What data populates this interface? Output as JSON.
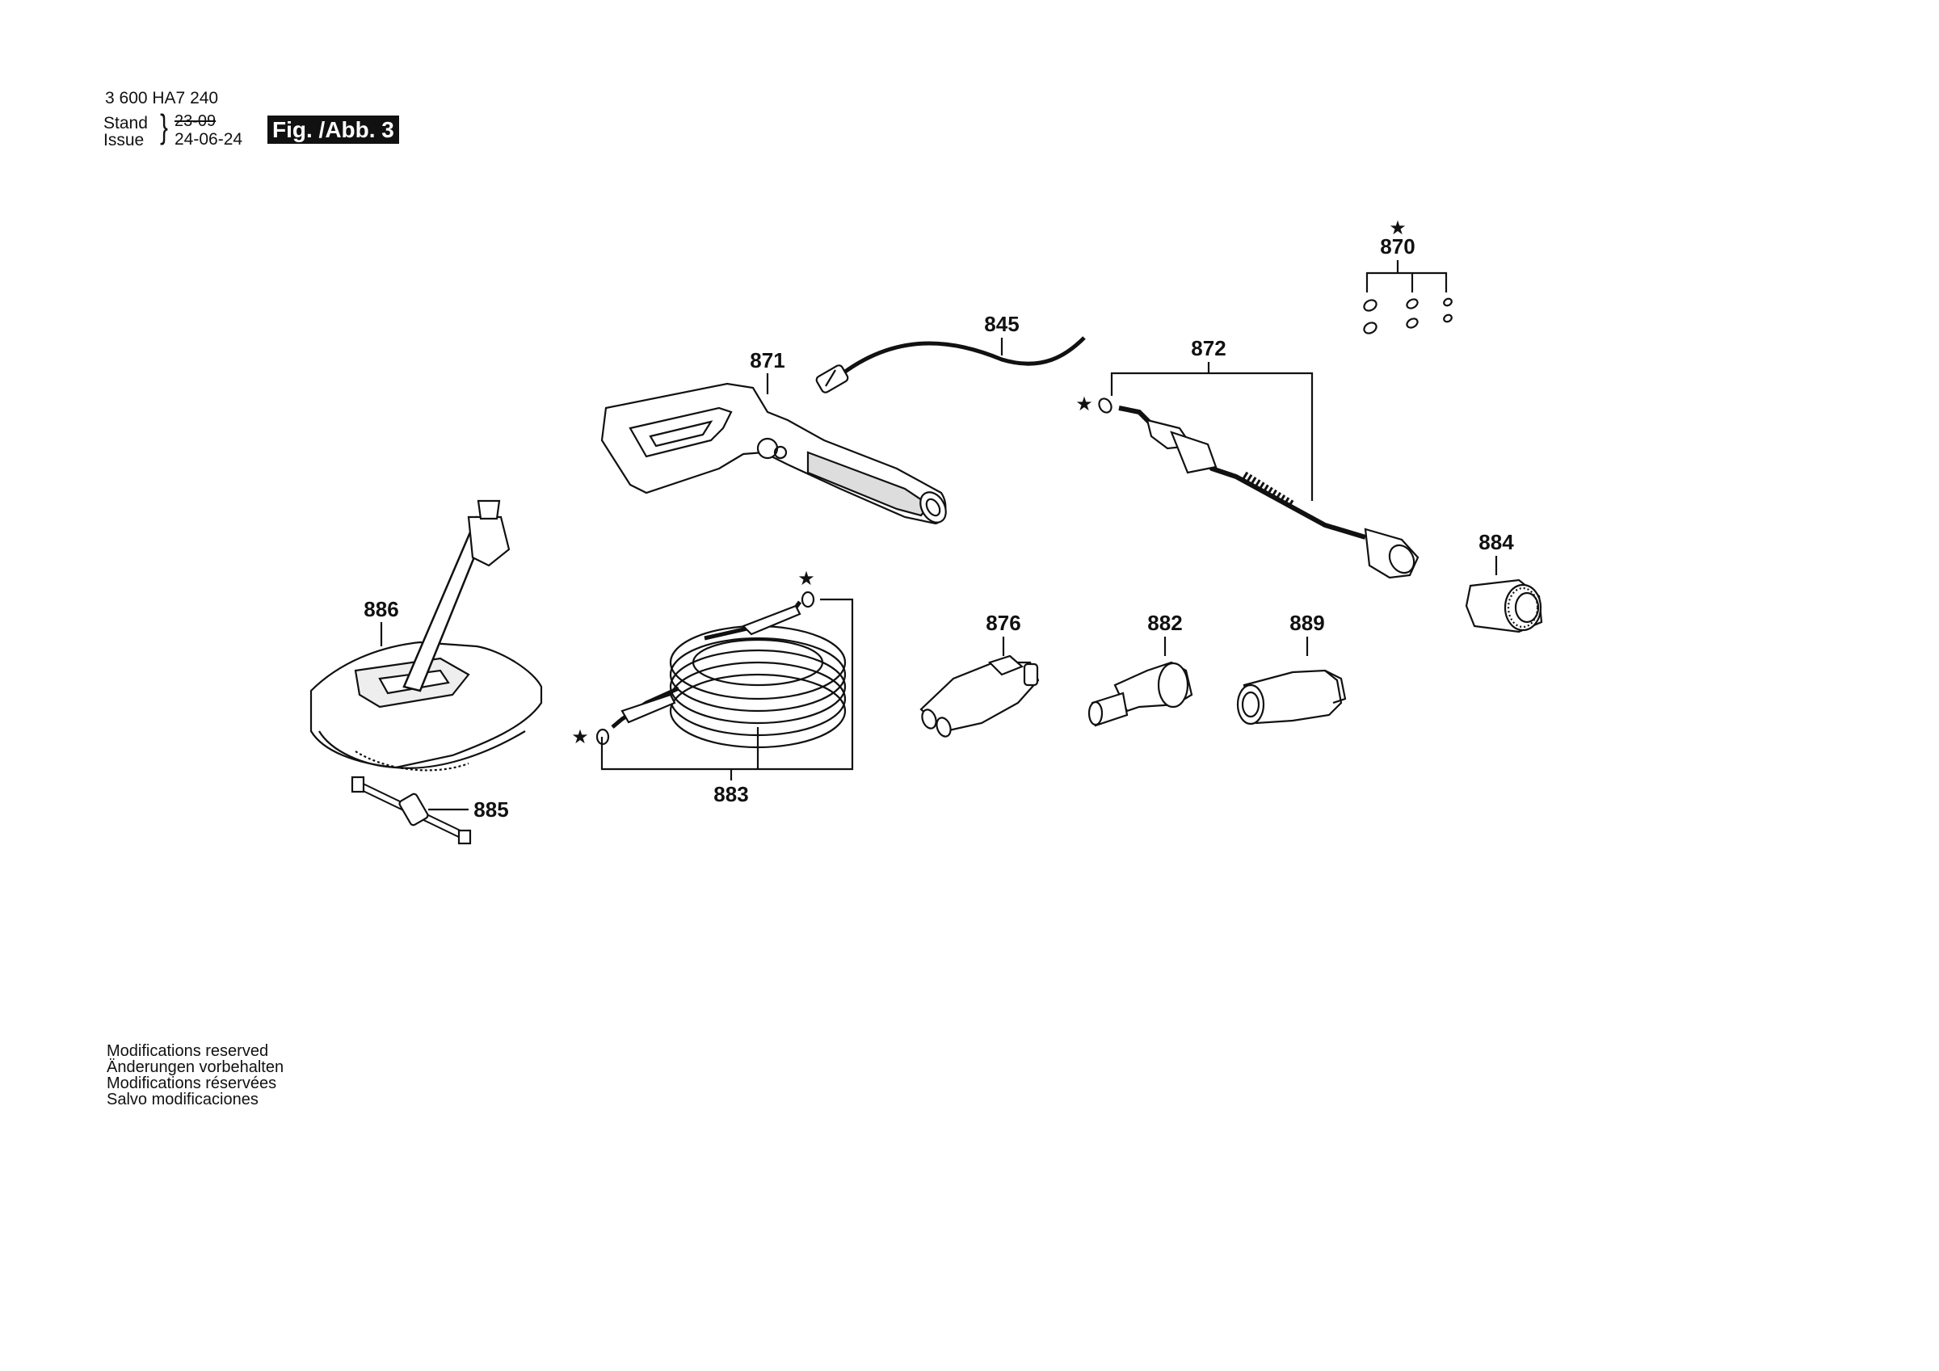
{
  "header": {
    "doc_number": "3 600 HA7 240",
    "stand_label": "Stand",
    "issue_label": "Issue",
    "old_date": "23-09",
    "new_date": "24-06-24",
    "figure_label": "Fig. /Abb. 3"
  },
  "parts": {
    "p870": "870",
    "p845": "845",
    "p871": "871",
    "p872": "872",
    "p884": "884",
    "p886": "886",
    "p876": "876",
    "p882": "882",
    "p889": "889",
    "p883": "883",
    "p885": "885"
  },
  "star_glyph": "★",
  "footer": {
    "lines": [
      "Modifications reserved",
      "Änderungen vorbehalten",
      "Modifications réservées",
      "Salvo modificaciones"
    ]
  }
}
